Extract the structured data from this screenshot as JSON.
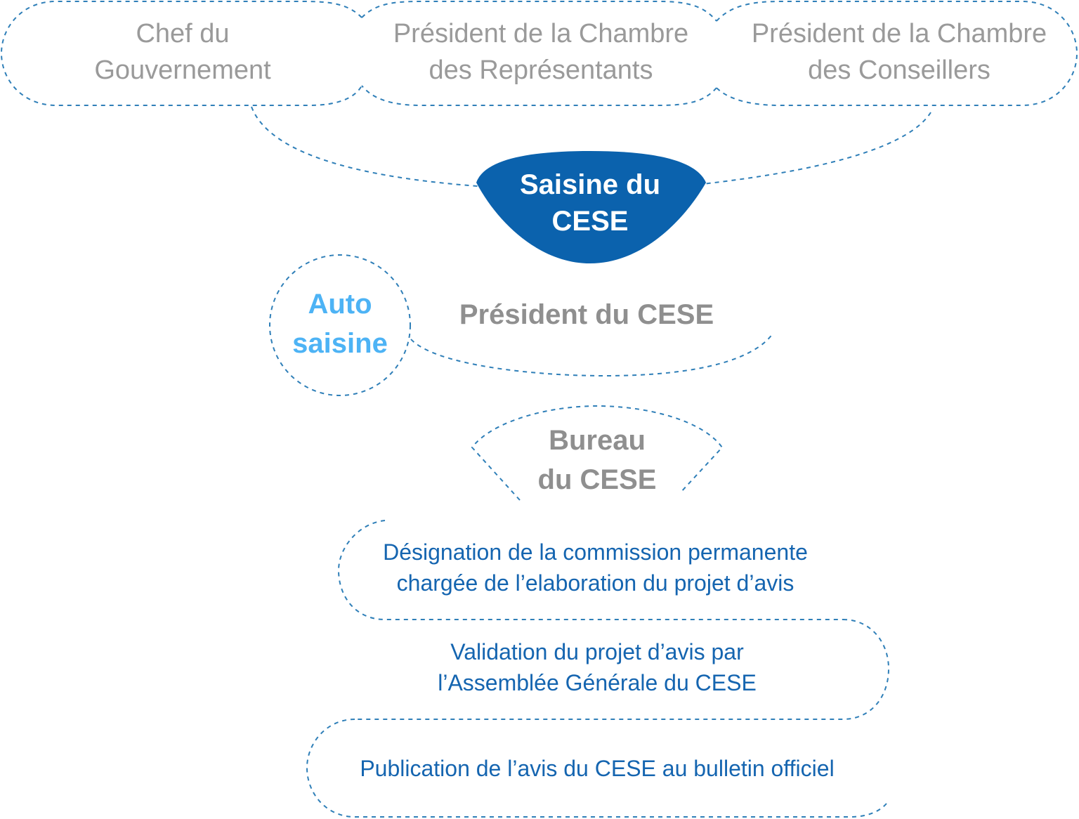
{
  "colors": {
    "accent_blue": "#0b62ad",
    "dash_blue": "#2f7fb8",
    "step_text_blue": "#1565b0",
    "auto_saisine_blue": "#4db3f5",
    "gray_text": "#9a9a9a"
  },
  "sources": [
    {
      "line1": "Chef du",
      "line2": "Gouvernement"
    },
    {
      "line1": "Président de la Chambre",
      "line2": "des Représentants"
    },
    {
      "line1": "Président de la Chambre",
      "line2": "des Conseillers"
    }
  ],
  "saisine": {
    "line1": "Saisine du",
    "line2": "CESE"
  },
  "auto_saisine": {
    "line1": "Auto",
    "line2": "saisine"
  },
  "president": {
    "label": "Président du CESE"
  },
  "bureau": {
    "line1": "Bureau",
    "line2": "du CESE"
  },
  "steps": [
    {
      "line1": "Désignation de la commission permanente",
      "line2": "chargée de l’elaboration du projet d’avis"
    },
    {
      "line1": "Validation du projet d’avis par",
      "line2": "l’Assemblée Générale du CESE"
    },
    {
      "line1": "Publication de l’avis du CESE au bulletin officiel",
      "line2": ""
    }
  ]
}
